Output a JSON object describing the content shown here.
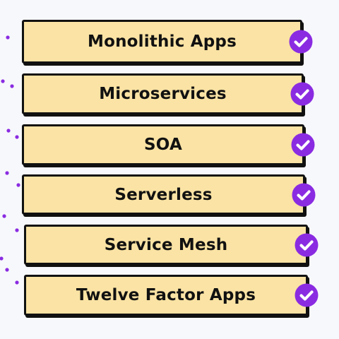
{
  "items": [
    {
      "label": "Monolithic Apps",
      "status_icon": "check-circle-icon"
    },
    {
      "label": "Microservices",
      "status_icon": "check-circle-icon"
    },
    {
      "label": "SOA",
      "status_icon": "check-circle-icon"
    },
    {
      "label": "Serverless",
      "status_icon": "check-circle-icon"
    },
    {
      "label": "Service Mesh",
      "status_icon": "check-circle-icon"
    },
    {
      "label": "Twelve Factor Apps",
      "status_icon": "check-circle-icon"
    }
  ],
  "colors": {
    "background": "#f7f8fb",
    "box_fill": "#fae3a4",
    "box_border": "#111111",
    "accent": "#8a2be2"
  }
}
